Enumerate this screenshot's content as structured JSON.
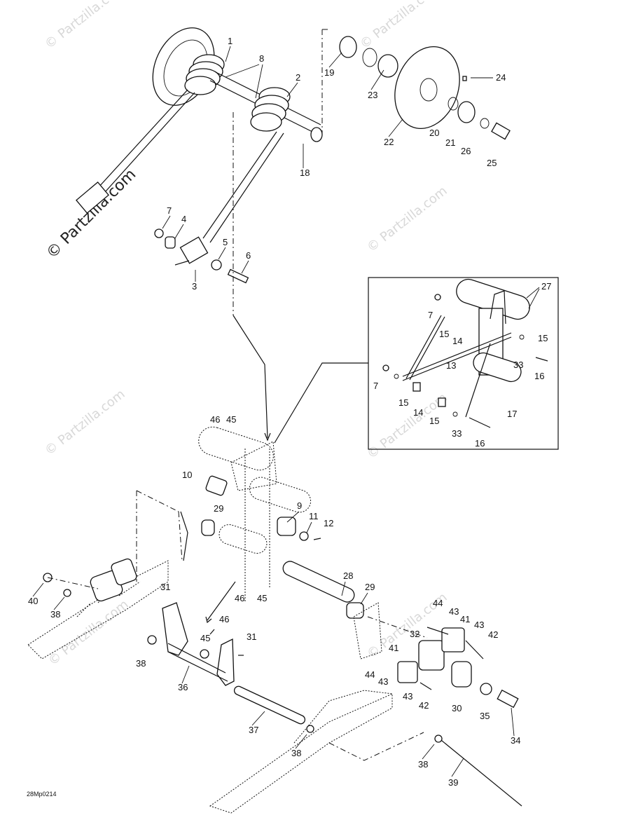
{
  "watermarks": {
    "main": "© Partzilla.com",
    "repeat": "© Partzilla.com"
  },
  "drawing_code": "28Mp0214",
  "labels": {
    "l1": "1",
    "l2": "2",
    "l3": "3",
    "l4": "4",
    "l5": "5",
    "l6": "6",
    "l7": "7",
    "l8": "8",
    "l9": "9",
    "l10": "10",
    "l11": "11",
    "l12": "12",
    "l13": "13",
    "l14": "14",
    "l15": "15",
    "l16": "16",
    "l17": "17",
    "l18": "18",
    "l19": "19",
    "l20": "20",
    "l21": "21",
    "l22": "22",
    "l23": "23",
    "l24": "24",
    "l25": "25",
    "l26": "26",
    "l27": "27",
    "l28": "28",
    "l29": "29",
    "l30": "30",
    "l31": "31",
    "l32": "32",
    "l33": "33",
    "l34": "34",
    "l35": "35",
    "l36": "36",
    "l37": "37",
    "l38": "38",
    "l39": "39",
    "l40": "40",
    "l41": "41",
    "l42": "42",
    "l43": "43",
    "l44": "44",
    "l45": "45",
    "l46": "46"
  }
}
